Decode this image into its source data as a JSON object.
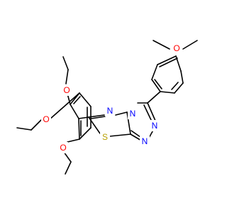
{
  "colors": {
    "background": "#ffffff",
    "bond": "#000000",
    "oxygen": "#ff0000",
    "nitrogen": "#0000ff",
    "sulfur": "#b8a000"
  },
  "atoms": {
    "o_methoxy": "O",
    "o_ethoxy_top": "O",
    "o_ethoxy_mid": "O",
    "o_ethoxy_bottom": "O",
    "n_ring_upper": "N",
    "n_ring_bridge": "N",
    "n_triazole_right": "N",
    "n_triazole_bottom": "N",
    "s_ring": "S"
  }
}
